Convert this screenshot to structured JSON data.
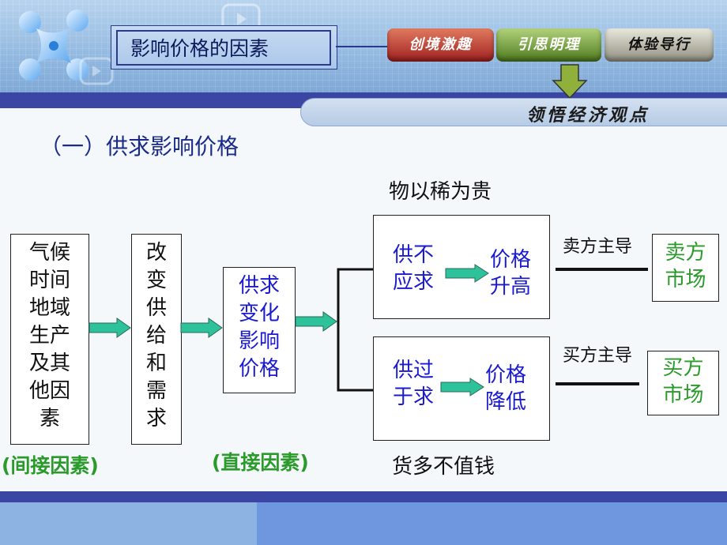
{
  "header": {
    "title": "影响价格的因素",
    "tabs": [
      "创境激趣",
      "引思明理",
      "体验导行"
    ],
    "subtitle": "领悟经济观点"
  },
  "section_heading": "（一）供求影响价格",
  "flow": {
    "box1": [
      "气候",
      "时间",
      "地域",
      "生产",
      "及其",
      "他因",
      "素"
    ],
    "box2": [
      "改",
      "变",
      "供",
      "给",
      "和",
      "需",
      "求"
    ],
    "box3": [
      "供求",
      "变化",
      "影响",
      "价格"
    ],
    "label_indirect": "(间接因素)",
    "label_direct": "(直接因素)",
    "top": {
      "caption": "物以稀为贵",
      "cause": [
        "供不",
        "应求"
      ],
      "effect": [
        "价格",
        "升高"
      ],
      "line_label": "卖方主导",
      "market": [
        "卖方",
        "市场"
      ]
    },
    "bottom": {
      "caption": "货多不值钱",
      "cause": [
        "供过",
        "于求"
      ],
      "effect": [
        "价格",
        "降低"
      ],
      "line_label": "买方主导",
      "market": [
        "买方",
        "市场"
      ]
    }
  }
}
